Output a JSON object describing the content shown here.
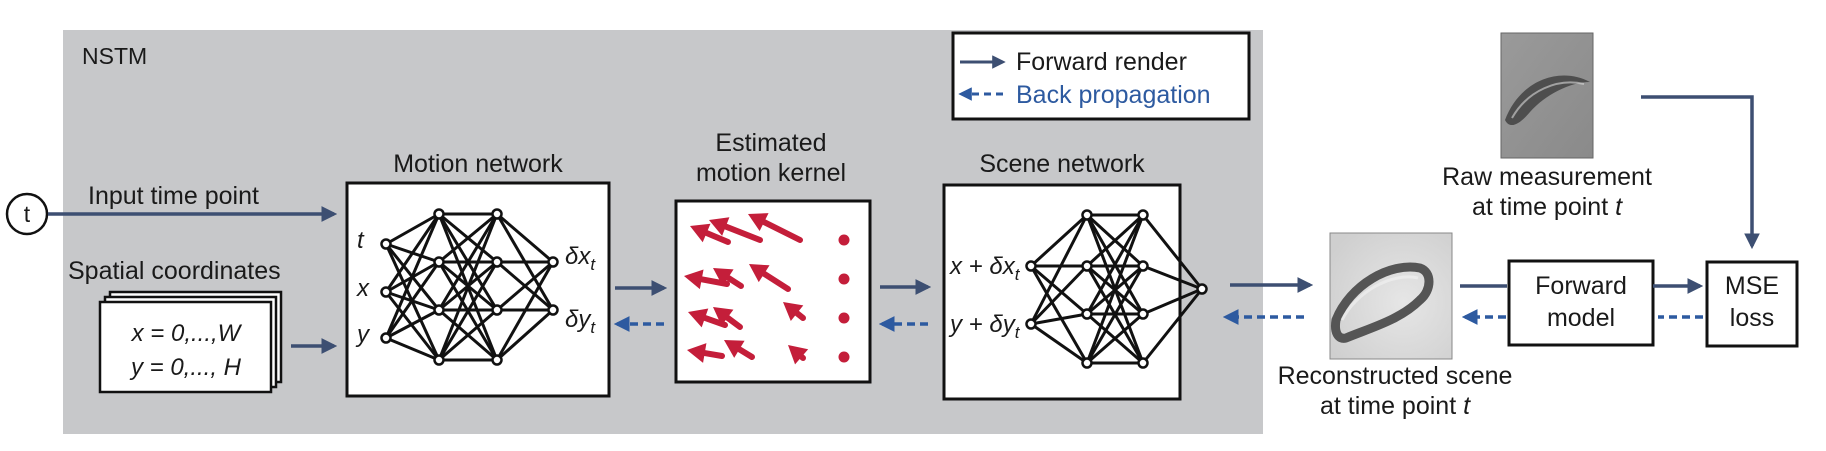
{
  "panel_label": "NSTM",
  "legend": {
    "forward": "Forward render",
    "back": "Back propagation"
  },
  "input_t": {
    "symbol": "t",
    "label": "Input time point"
  },
  "spatial": {
    "label": "Spatial coordinates",
    "line1": "x = 0,...,W",
    "line2": "y = 0,..., H"
  },
  "motion_network": {
    "title": "Motion network",
    "inputs": [
      "t",
      "x",
      "y"
    ],
    "out1_base": "δx",
    "out2_base": "δy",
    "out_sub": "t"
  },
  "kernel": {
    "title1": "Estimated",
    "title2": "motion kernel"
  },
  "scene_network": {
    "title": "Scene network",
    "in1_base": "x + δx",
    "in2_base": "y + δy",
    "in_sub": "t"
  },
  "raw": {
    "line1": "Raw measurement",
    "line2_pre": "at time point ",
    "line2_var": "t"
  },
  "recon": {
    "line1": "Reconstructed scene",
    "line2_pre": "at time point ",
    "line2_var": "t"
  },
  "forward_model": {
    "line1": "Forward",
    "line2": "model"
  },
  "loss": {
    "line1": "MSE",
    "line2": "loss"
  },
  "colors": {
    "forward_arrow": "#3d4f72",
    "back_arrow": "#2d5aa0",
    "panel": "#c7c8ca",
    "kernel_arrow": "#c41e3a"
  }
}
